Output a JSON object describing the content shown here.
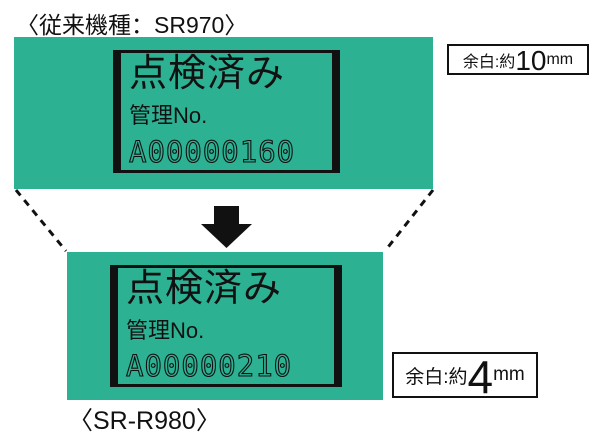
{
  "colors": {
    "label_bg": "#2db193",
    "ink": "#111111"
  },
  "captions": {
    "top_model": "〈従来機種：SR970〉",
    "bottom_model": "〈SR-R980〉"
  },
  "labels": {
    "sr970": {
      "title": "点検済み",
      "field_label": "管理No.",
      "serial": "A00000160"
    },
    "srr980": {
      "title": "点検済み",
      "field_label": "管理No.",
      "serial": "A00000210"
    }
  },
  "margin_notes": {
    "sr970": {
      "prefix": "余白:約",
      "value": "10",
      "unit": "mm"
    },
    "srr980": {
      "prefix": "余白:約",
      "value": "4",
      "unit": "mm"
    }
  },
  "icons": {
    "transition_arrow": "down-arrow"
  }
}
